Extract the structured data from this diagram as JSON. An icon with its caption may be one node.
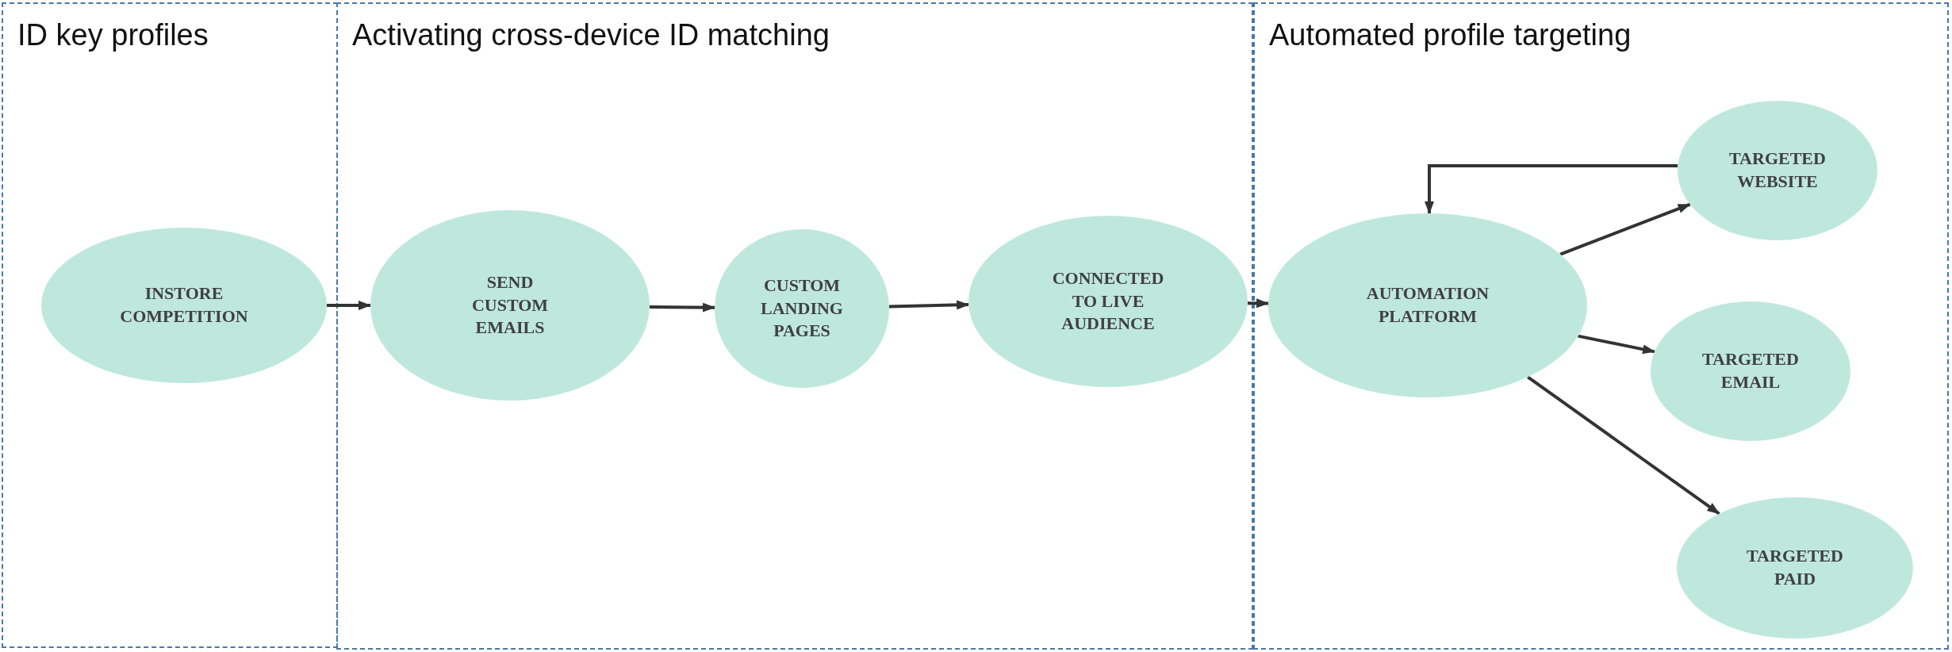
{
  "diagram": {
    "nodes": [
      {
        "text": [
          "ID key profiles"
        ]
      },
      {
        "text": [
          "Activating cross-device ID matching"
        ]
      },
      {
        "text": [
          "Automated profile targeting"
        ]
      },
      {
        "text": [
          "INSTORE COMPETITION"
        ],
        "in": 0
      },
      {
        "text": [
          "SEND CUSTOM EMAILS"
        ],
        "in": 1
      },
      {
        "text": [
          "CUSTOM LANDING PAGES"
        ],
        "in": 1
      },
      {
        "text": [
          "CONNECTED TO LIVE AUDIENCE"
        ],
        "in": 1
      },
      {
        "text": [
          "AUTOMATION PLATFORM"
        ],
        "in": 2
      },
      {
        "text": [
          "TARGETED WEBSITE"
        ],
        "in": 2
      },
      {
        "text": [
          "TARGETED EMAIL"
        ],
        "in": 2
      },
      {
        "text": [
          "TARGETED PAID"
        ],
        "in": 2
      }
    ],
    "edges": [
      {
        "from": 3,
        "to": 4,
        "arrow": "to"
      },
      {
        "from": 4,
        "to": 5,
        "arrow": "to"
      },
      {
        "from": 5,
        "to": 6,
        "arrow": "to"
      },
      {
        "from": 6,
        "to": 7,
        "arrow": "to"
      },
      {
        "from": 7,
        "to": 8,
        "arrow": "to"
      },
      {
        "from": 8,
        "to": 7,
        "arrow": "to"
      },
      {
        "from": 7,
        "to": 9,
        "arrow": "to"
      },
      {
        "from": 7,
        "to": 10,
        "arrow": "to"
      }
    ]
  }
}
